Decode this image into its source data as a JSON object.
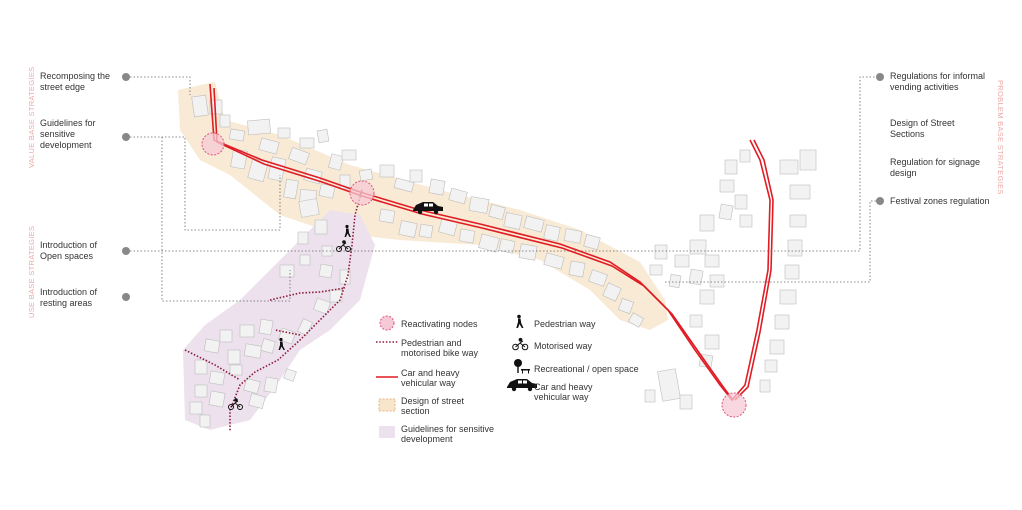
{
  "colors": {
    "street_zone": "#f7e6cc",
    "sensitive_zone": "#ece1ec",
    "road": "#e01c24",
    "bike_way": "#8c1a3c",
    "node_fill": "#f6c9d6",
    "node_stroke": "#e0557b",
    "building_fill": "#f2f2f2",
    "building_stroke": "#bdbdbd",
    "strategy_label": "#e9a9a5",
    "connector": "#666666"
  },
  "left_panel": {
    "category_value": "VALUE BASE STRATEGIES",
    "category_use": "USE BASE STRATEGIES",
    "items": [
      {
        "label": "Recomposing the street edge"
      },
      {
        "label": "Guidelines for sensitive development"
      },
      {
        "label": "Introduction of Open spaces"
      },
      {
        "label": "Introduction of resting areas"
      }
    ]
  },
  "right_panel": {
    "category_problem": "PROBLEM BASE STRATEGIES",
    "items": [
      {
        "label": "Regulations for informal vending activities"
      },
      {
        "label": "Design of Street Sections"
      },
      {
        "label": "Regulation for signage design"
      },
      {
        "label": "Festival zones regulation"
      }
    ]
  },
  "legend_left": [
    {
      "icon": "reactivating-node-symbol",
      "label": "Reactivating nodes"
    },
    {
      "icon": "dotted-line-symbol",
      "label": "Pedestrian and motorised bike way"
    },
    {
      "icon": "red-line-symbol",
      "label": "Car and heavy vehicular way"
    },
    {
      "icon": "street-section-swatch",
      "label": "Design of street section"
    },
    {
      "icon": "sensitive-zone-swatch",
      "label": "Guidelines for sensitive development"
    }
  ],
  "legend_right": [
    {
      "icon": "pedestrian-icon",
      "label": "Pedestrian way"
    },
    {
      "icon": "motorbike-icon",
      "label": "Motorised way"
    },
    {
      "icon": "bench-tree-icon",
      "label": "Recreational / open space"
    },
    {
      "icon": "car-icon",
      "label": "Car and heavy vehicular way"
    }
  ]
}
